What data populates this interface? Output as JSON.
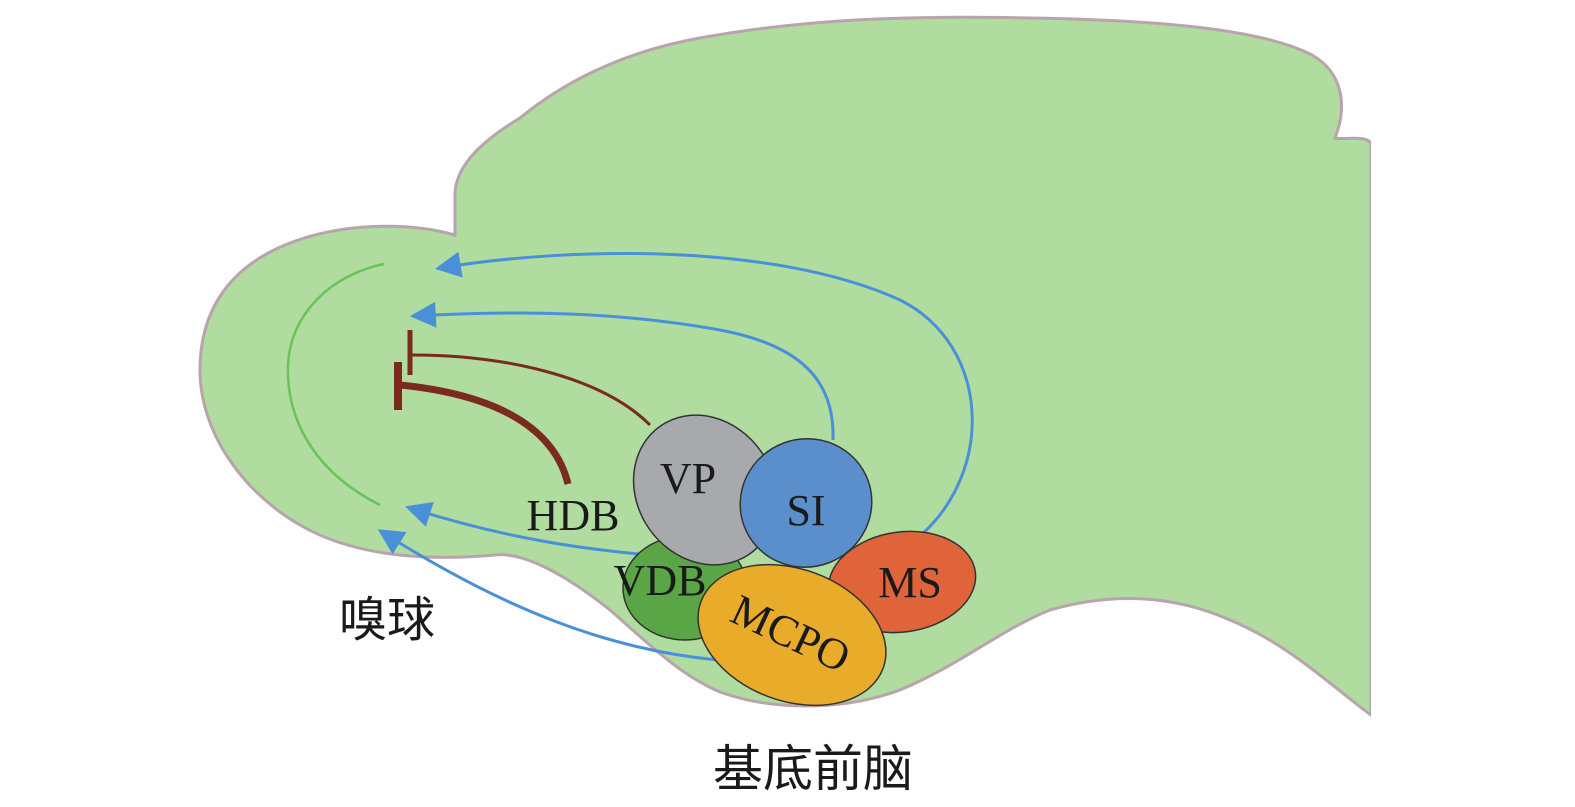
{
  "colors": {
    "brain_fill": "#b0dca0",
    "brain_outline": "#b9a3ac",
    "projection_blue": "#4a90d9",
    "projection_inhibitory": "#7a2a1e",
    "olfactory_tract_green": "#6cc25a",
    "vp": "#a8a9ad",
    "si": "#5b8fcc",
    "vdb": "#5aa546",
    "ms": "#e0643a",
    "mcpo": "#e8ab2a"
  },
  "nuclei": {
    "vp": {
      "label": "VP"
    },
    "si": {
      "label": "SI"
    },
    "vdb": {
      "label": "VDB"
    },
    "ms": {
      "label": "MS"
    },
    "mcpo": {
      "label": "MCPO"
    }
  },
  "labels": {
    "hdb": "HDB",
    "olfactory_bulb": "嗅球",
    "basal_forebrain": "基底前脑"
  }
}
